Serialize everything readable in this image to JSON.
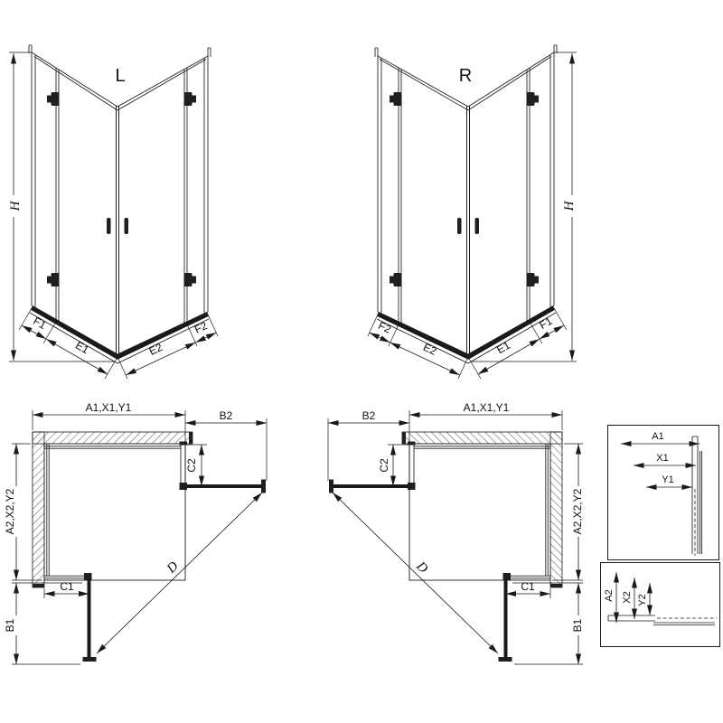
{
  "figures": {
    "iso_left": {
      "label": "L",
      "height": "H",
      "f1": "F1",
      "e1": "E1",
      "e2": "E2",
      "f2": "F2"
    },
    "iso_right": {
      "label": "R",
      "height": "H",
      "f1": "F1",
      "e1": "E1",
      "e2": "E2",
      "f2": "F2"
    },
    "plan_left": {
      "top": "A1,X1,Y1",
      "top_right": "B2",
      "right_small": "C2",
      "left": "A2,X2,Y2",
      "bottom_small": "C1",
      "bottom_left": "B1",
      "diag": "D"
    },
    "plan_right": {
      "top": "A1,X1,Y1",
      "top_left": "B2",
      "left_small": "C2",
      "right": "A2,X2,Y2",
      "bottom_small": "C1",
      "bottom_right": "B1",
      "diag": "D"
    },
    "detail_top": {
      "a": "A1",
      "x": "X1",
      "y": "Y1"
    },
    "detail_bottom": {
      "a": "A2",
      "x": "X2",
      "y": "Y2"
    }
  },
  "colors": {
    "line": "#1a1a1a",
    "background": "#ffffff"
  }
}
